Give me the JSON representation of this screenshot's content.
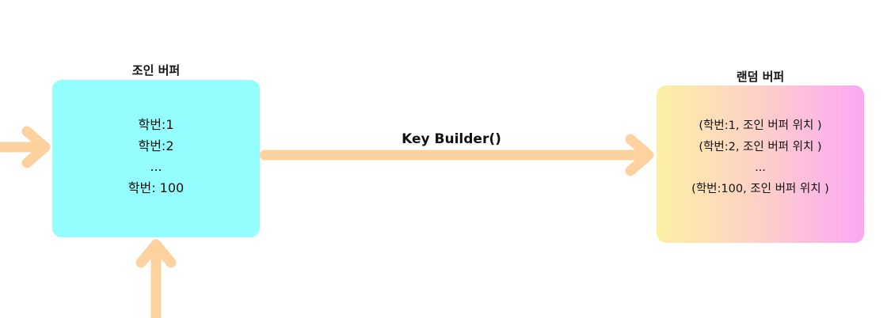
{
  "join_buffer": {
    "title": "조인 버퍼",
    "lines": [
      "학번:1",
      "학번:2",
      "...",
      "학번: 100"
    ]
  },
  "random_buffer": {
    "title": "랜덤 버퍼",
    "lines": [
      "(학번:1, 조인 버퍼 위치 )",
      "(학번:2, 조인 버퍼 위치 )",
      "...",
      "(학번:100, 조인 버퍼 위치 )"
    ]
  },
  "edge": {
    "label": "Key Builder()"
  },
  "colors": {
    "join_box": "#94fdfd",
    "random_box_gradient": [
      "#fdf0a4",
      "#fdd0c8",
      "#fba8f4"
    ],
    "arrow": "#fed29e"
  }
}
